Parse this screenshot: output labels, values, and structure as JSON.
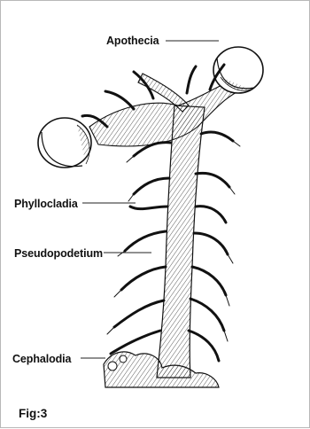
{
  "figure": {
    "labels": {
      "apothecia": "Apothecia",
      "phyllocladia": "Phyllocladia",
      "pseudopodetium": "Pseudopodetium",
      "cephalodia": "Cephalodia"
    },
    "caption": "Fig:3"
  },
  "colors": {
    "ink": "#111111",
    "frame": "#b8b8b8",
    "background": "#ffffff"
  }
}
